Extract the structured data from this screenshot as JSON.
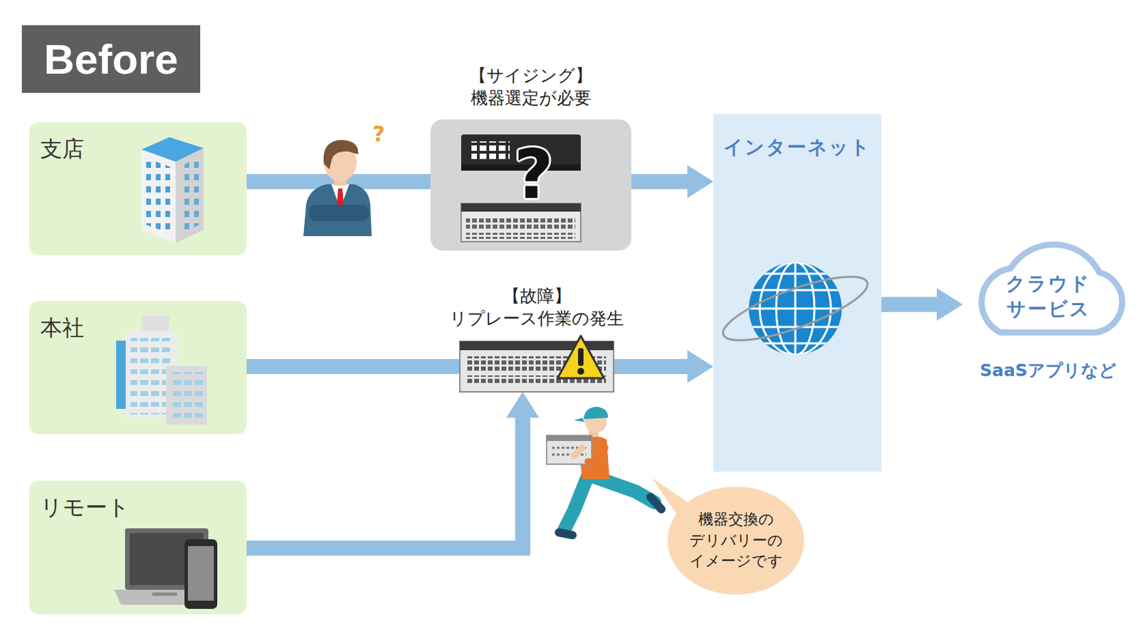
{
  "diagram": {
    "title": "Before",
    "nodes": [
      {
        "text": [
          "支店"
        ]
      },
      {
        "text": [
          "【サイジング】 機器選定が必要"
        ]
      },
      {
        "text": [
          "インターネット"
        ]
      },
      {
        "text": [
          "本社"
        ]
      },
      {
        "text": [
          "【故障】 リプレース作業の発生"
        ]
      },
      {
        "text": [
          "クラウド サービス",
          "SaaSアプリなど"
        ]
      },
      {
        "text": [
          "リモート"
        ]
      },
      {
        "text": [
          "機器交換の デリバリーの イメージです"
        ]
      }
    ],
    "edges": [
      {
        "from": 0,
        "to": 1,
        "arrow": "none"
      },
      {
        "from": 1,
        "to": 2,
        "arrow": "to"
      },
      {
        "from": 3,
        "to": 4,
        "arrow": "none"
      },
      {
        "from": 4,
        "to": 2,
        "arrow": "to"
      },
      {
        "from": 6,
        "to": 4,
        "arrow": "to"
      },
      {
        "from": 2,
        "to": 5,
        "arrow": "to"
      }
    ],
    "labels": [
      "?",
      "?"
    ]
  }
}
